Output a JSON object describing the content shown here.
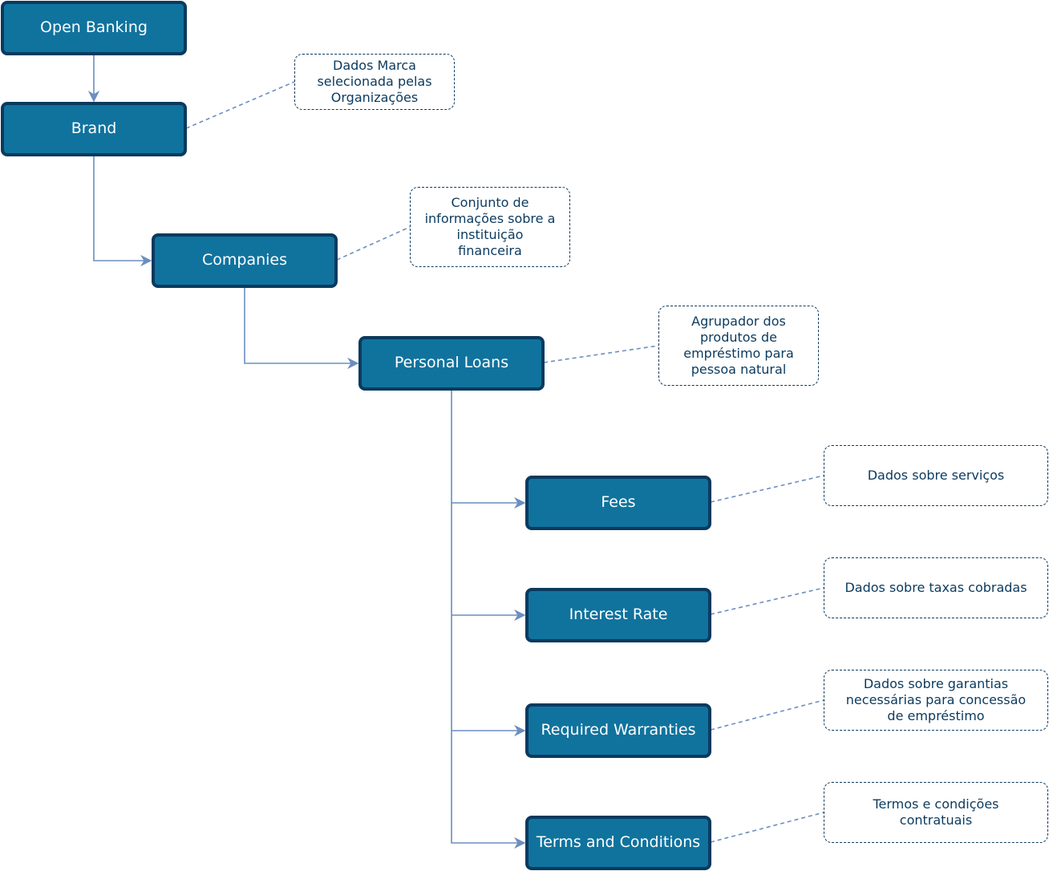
{
  "nodes": {
    "open_banking": "Open Banking",
    "brand": "Brand",
    "companies": "Companies",
    "personal_loans": "Personal Loans",
    "fees": "Fees",
    "interest_rate": "Interest Rate",
    "required_warranties": "Required Warranties",
    "terms_and_conditions": "Terms and Conditions"
  },
  "notes": {
    "brand": "Dados Marca\nselecionada pelas\nOrganizações",
    "companies": "Conjunto de\ninformações sobre a\ninstituição\nfinanceira",
    "personal_loans": "Agrupador dos\nprodutos de\nempréstimo para\npessoa natural",
    "fees": "Dados sobre serviços",
    "interest_rate": "Dados sobre taxas cobradas",
    "required_warranties": "Dados sobre garantias\nnecessárias para concessão\nde empréstimo",
    "terms_and_conditions": "Termos e condições\ncontratuais"
  },
  "colors": {
    "node_fill": "#10739e",
    "node_border": "#0b3a5e",
    "connector": "#6c8ebf",
    "note_border": "#0b3a5e"
  }
}
